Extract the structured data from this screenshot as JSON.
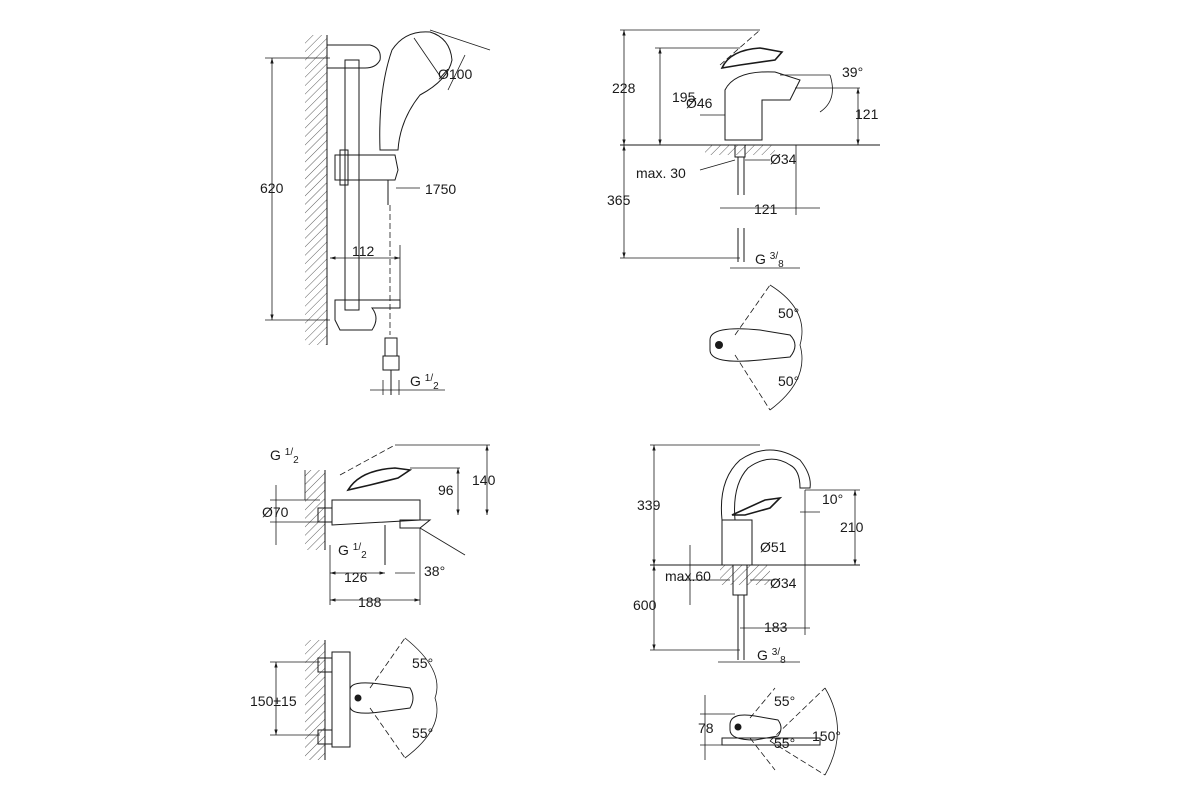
{
  "shower_set": {
    "height_620": "620",
    "diameter_100": "Ø100",
    "hose_1750": "1750",
    "spacing_112": "112",
    "thread": "G",
    "thread_num": "1",
    "thread_den": "2"
  },
  "basin_mixer": {
    "height_228": "228",
    "height_195": "195",
    "diameter_46": "Ø46",
    "angle_39": "39°",
    "height_121": "121",
    "max_30": "max. 30",
    "diameter_34": "Ø34",
    "depth_365": "365",
    "reach_121": "121",
    "thread": "G",
    "thread_num": "3",
    "thread_den": "8"
  },
  "basin_mixer_top": {
    "angle_top": "50°",
    "angle_bottom": "50°"
  },
  "bath_mixer": {
    "thread_top": "G",
    "thread_top_num": "1",
    "thread_top_den": "2",
    "diameter_70": "Ø70",
    "height_96": "96",
    "height_140": "140",
    "thread_bottom": "G",
    "thread_bottom_num": "1",
    "thread_bottom_den": "2",
    "width_126": "126",
    "angle_38": "38°",
    "width_188": "188"
  },
  "bath_mixer_front": {
    "spacing": "150±15",
    "angle_top": "55°",
    "angle_bottom": "55°"
  },
  "high_spout_mixer": {
    "height_339": "339",
    "angle_10": "10°",
    "height_210": "210",
    "diameter_51": "Ø51",
    "max_60": "max.60",
    "diameter_34": "Ø34",
    "depth_600": "600",
    "reach_183": "183",
    "thread": "G",
    "thread_num": "3",
    "thread_den": "8"
  },
  "high_spout_mixer_top": {
    "width_78": "78",
    "angle_55_top": "55°",
    "angle_55_bottom": "55°",
    "angle_150": "150°"
  }
}
